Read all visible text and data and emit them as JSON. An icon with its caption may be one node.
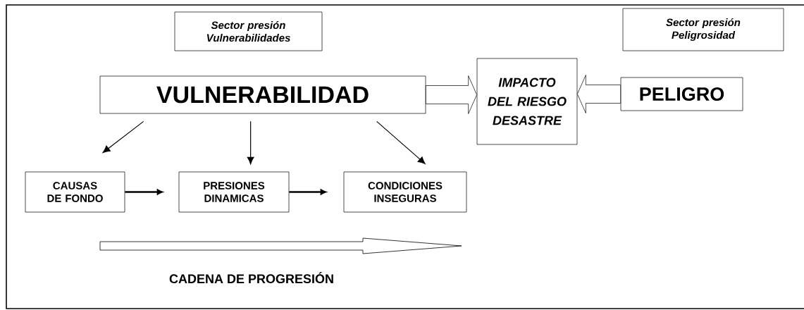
{
  "diagram": {
    "nodes": [
      {
        "text": [
          "Sector presión Vulnerabilidades"
        ]
      },
      {
        "text": [
          "Sector presión Peligrosidad"
        ]
      },
      {
        "text": [
          "VULNERABILIDAD"
        ]
      },
      {
        "text": [
          "IMPACTO DEL RIESGO DESASTRE"
        ]
      },
      {
        "text": [
          "PELIGRO"
        ]
      },
      {
        "text": [
          "CAUSAS DE FONDO"
        ]
      },
      {
        "text": [
          "PRESIONES DINAMICAS"
        ]
      },
      {
        "text": [
          "CONDICIONES INSEGURAS"
        ]
      }
    ],
    "edges": [
      {
        "from": 2,
        "to": 3,
        "arrow": "to",
        "style": "thick"
      },
      {
        "from": 4,
        "to": 3,
        "arrow": "to",
        "style": "thick"
      },
      {
        "from": 2,
        "to": 5,
        "arrow": "to"
      },
      {
        "from": 2,
        "to": 6,
        "arrow": "to"
      },
      {
        "from": 2,
        "to": 7,
        "arrow": "to"
      },
      {
        "from": 5,
        "to": 6,
        "arrow": "to"
      },
      {
        "from": 6,
        "to": 7,
        "arrow": "to"
      }
    ],
    "labels": [
      "CADENA DE PROGRESIÓN"
    ]
  }
}
